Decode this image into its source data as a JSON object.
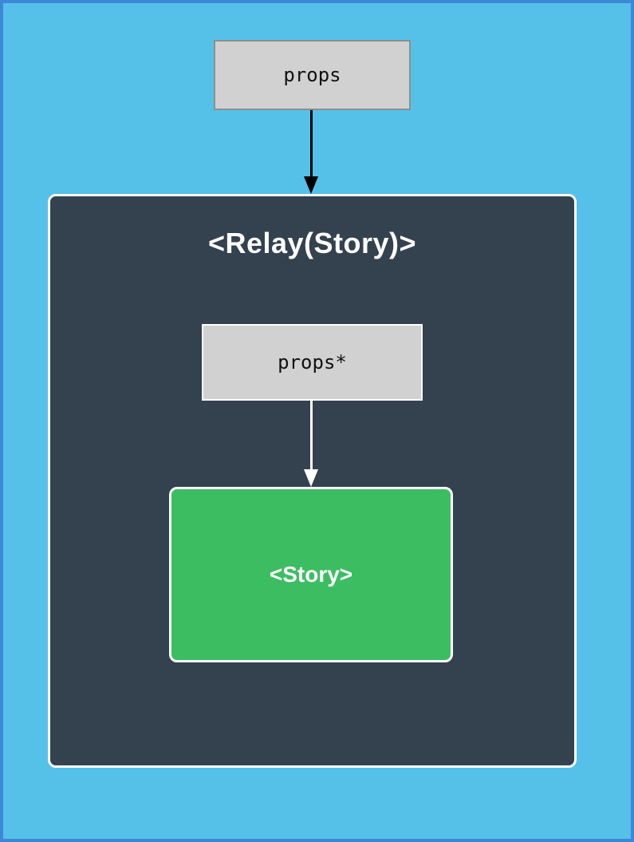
{
  "diagram": {
    "type": "component-data-flow",
    "outer_prop": {
      "label": "props"
    },
    "container": {
      "title": "<Relay(Story)>"
    },
    "inner_prop": {
      "label": "props*"
    },
    "story": {
      "label": "<Story>"
    },
    "edges": [
      {
        "from": "props",
        "to": "<Relay(Story)>",
        "direction": "down",
        "color": "#000000"
      },
      {
        "from": "props*",
        "to": "<Story>",
        "direction": "down",
        "color": "#ffffff"
      }
    ],
    "colors": {
      "page_bg": "#55c1e9",
      "page_border": "#3d87d9",
      "container_bg": "#34414f",
      "container_border": "#ffffff",
      "prop_box_bg": "#d1d1d1",
      "prop_box_border": "#8f8f8f",
      "inner_prop_border": "#ffffff",
      "story_bg": "#3dbd61",
      "story_border": "#ffffff",
      "arrow_dark": "#000000",
      "arrow_light": "#ffffff",
      "title_text": "#ffffff",
      "prop_text": "#111111"
    }
  }
}
